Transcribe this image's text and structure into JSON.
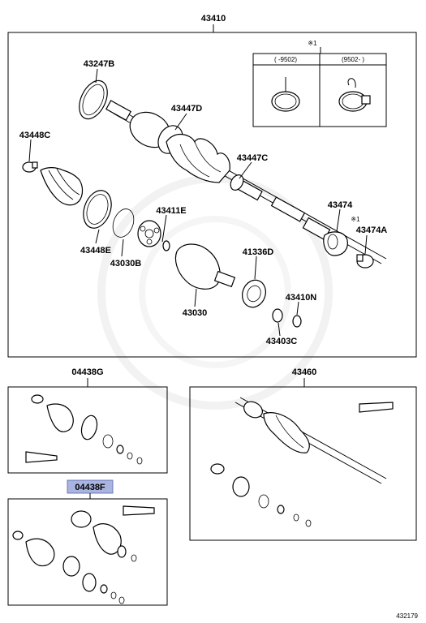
{
  "labels": {
    "main_assembly": "43410",
    "p43247B": "43247B",
    "p43447D": "43447D",
    "p43448C": "43448C",
    "p43447C": "43447C",
    "p43448E": "43448E",
    "p43030B": "43030B",
    "p43411E": "43411E",
    "p43474": "43474",
    "p43474A": "43474A",
    "p41336D": "41336D",
    "p43030": "43030",
    "p43410N": "43410N",
    "p43403C": "43403C",
    "p04438G": "04438G",
    "p43460": "43460",
    "p04438F": "04438F",
    "note_mark_1": "※1",
    "note_mark_2": "※1",
    "note_col1": "(    -9502)",
    "note_col2": "(9502-    )",
    "diagram_id": "432179"
  },
  "colors": {
    "highlight": "#a9b4e0",
    "line": "#000000",
    "watermark": "#e8e8e8"
  }
}
